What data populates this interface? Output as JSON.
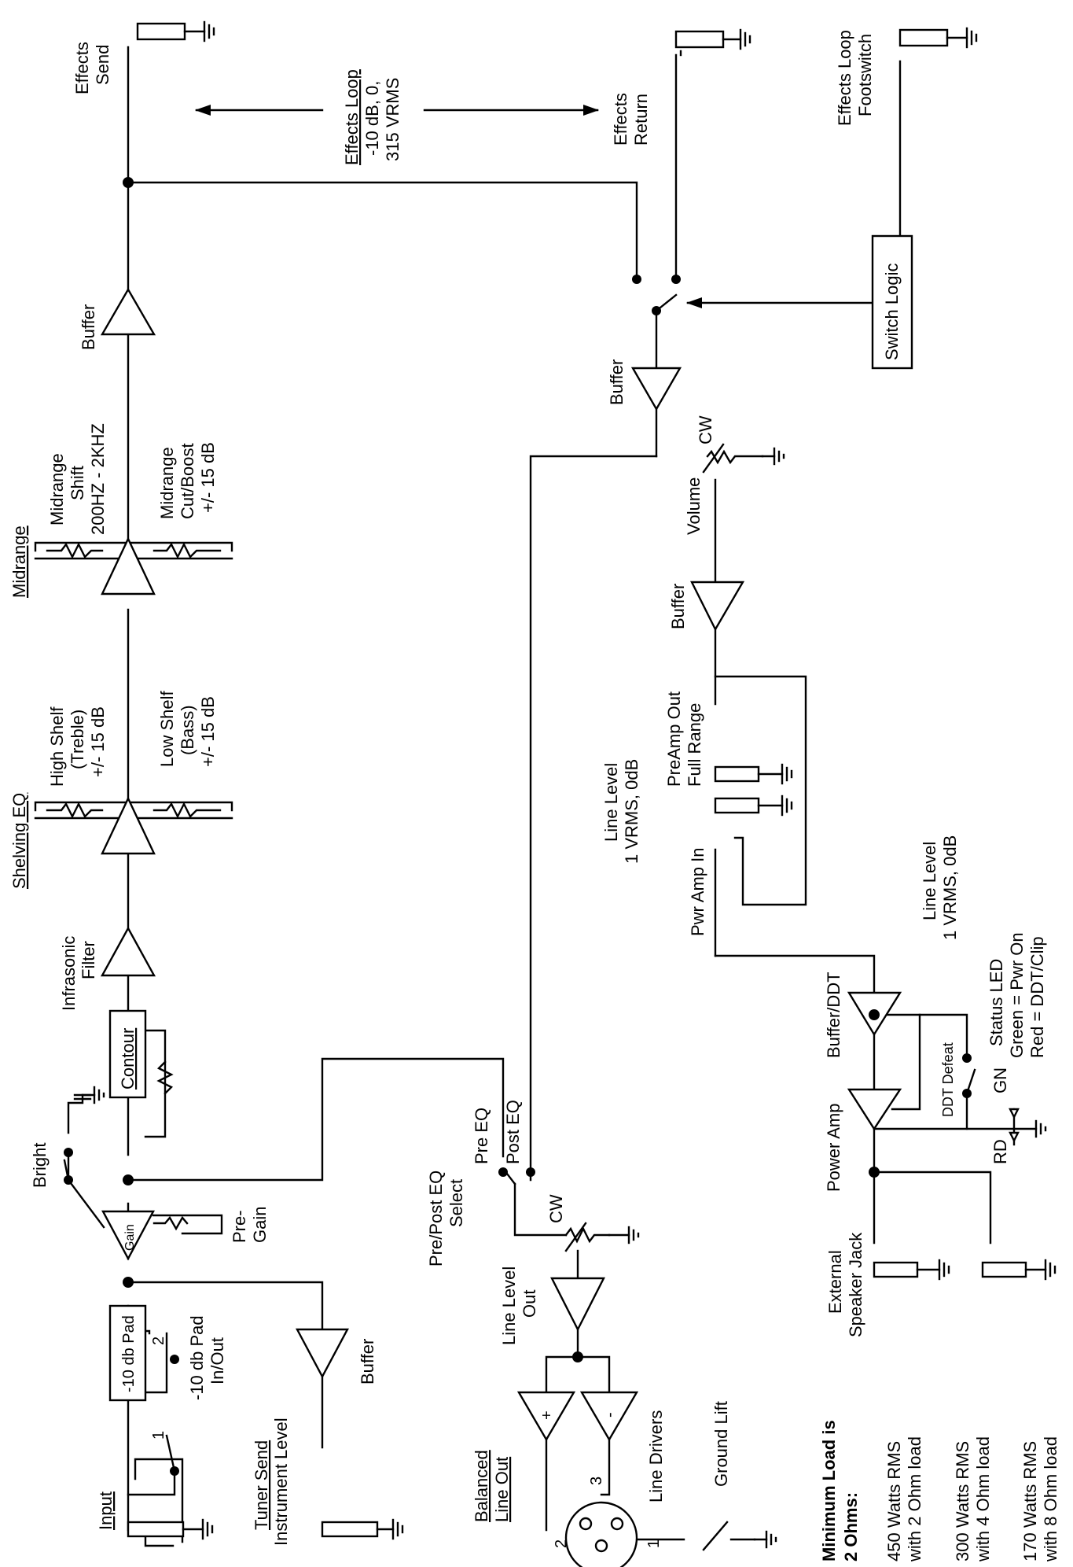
{
  "diagram": {
    "input": "Input",
    "pad_box": "-10 db Pad",
    "pad_switch_1": "1",
    "pad_switch_2": "2",
    "pad_inout": [
      "-10 db Pad",
      "In/Out"
    ],
    "tuner_send": [
      "Tuner Send",
      "Instrument Level"
    ],
    "tuner_buffer": "Buffer",
    "gain_inner": "Gain",
    "pre_gain": [
      "Pre-",
      "Gain"
    ],
    "bright": "Bright",
    "contour": "Contour",
    "infrasonic": [
      "Infrasonic",
      "Filter"
    ],
    "shelving_eq": "Shelving EQ",
    "high_shelf": [
      "High  Shelf",
      "(Treble)",
      "+/- 15 dB"
    ],
    "low_shelf": [
      "Low Shelf",
      "(Bass)",
      "+/- 15 dB"
    ],
    "midrange": "Midrange",
    "mid_shift": [
      "Midrange",
      "Shift",
      "200HZ - 2KHZ"
    ],
    "mid_cutboost": [
      "Midrange",
      "Cut/Boost",
      "+/- 15 dB"
    ],
    "buffer": "Buffer",
    "effects_send": [
      "Effects",
      "Send"
    ],
    "effects_loop": [
      "Effects Loop",
      "-10 dB, 0,",
      "315 VRMS"
    ],
    "effects_return": [
      "Effects",
      "Return"
    ],
    "effects_footswitch": [
      "Effects Loop",
      "Footswitch"
    ],
    "switch_logic": "Switch Logic",
    "cw": "CW",
    "volume": "Volume",
    "preamp_out": [
      "PreAmp Out",
      "Full Range"
    ],
    "line_level_a": [
      "Line Level",
      "1 VRMS, 0dB"
    ],
    "pwr_amp_in": "Pwr Amp In",
    "line_level_b": [
      "Line Level",
      "1 VRMS, 0dB"
    ],
    "buffer_ddt": "Buffer/DDT",
    "power_amp": "Power Amp",
    "ddt_defeat": "DDT Defeat",
    "status_led": [
      "Status LED",
      "Green = Pwr On",
      "Red = DDT/Clip"
    ],
    "gn": "GN",
    "rd": "RD",
    "external_speaker": [
      "External",
      "Speaker Jack"
    ],
    "pre_post_select": [
      "Pre/Post EQ",
      "Select"
    ],
    "pre_eq": "Pre EQ",
    "post_eq": "Post EQ",
    "line_level_out": [
      "Line Level",
      "Out"
    ],
    "balanced_line_out": [
      "Balanced",
      "Line Out"
    ],
    "line_drivers": "Line Drivers",
    "ground_lift": "Ground Lift",
    "plus": "+",
    "minus": "-",
    "xlr_1": "1",
    "xlr_2": "2",
    "xlr_3": "3",
    "min_load_title": [
      "Minimum Load is",
      "2 Ohms:"
    ],
    "load_2": [
      "450 Watts RMS",
      "with 2 Ohm load"
    ],
    "load_4": [
      "300 Watts RMS",
      "with 4 Ohm load"
    ],
    "load_8": [
      "170 Watts RMS",
      "with 8 Ohm load"
    ]
  }
}
